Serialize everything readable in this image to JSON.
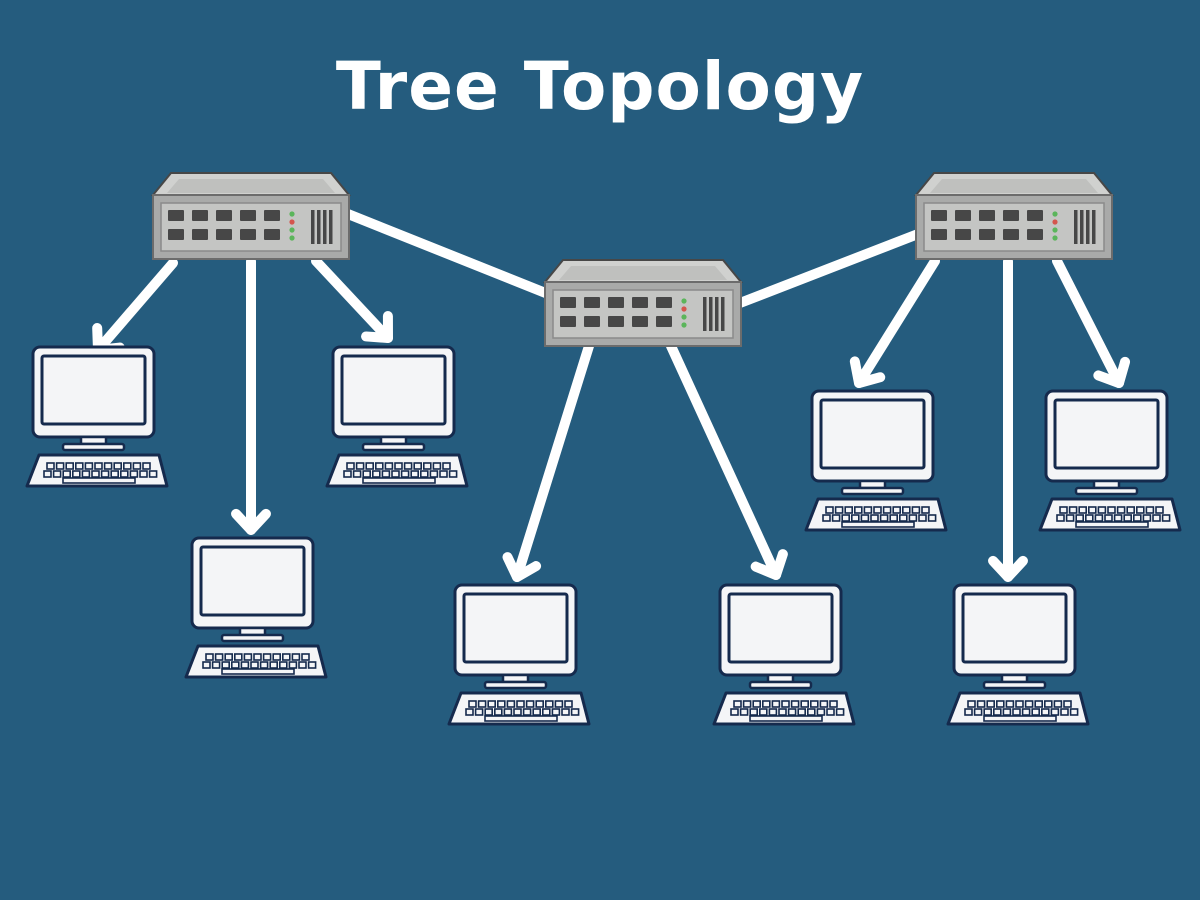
{
  "title": "Tree Topology",
  "colors": {
    "background": "#255c7e",
    "title": "#ffffff",
    "link": "#ffffff",
    "switch_body": "#a9aaa9",
    "switch_top": "#d0d1cf",
    "switch_port": "#474747",
    "computer_outline": "#152a4d",
    "computer_fill": "#f4f5f7",
    "led_green": "#5bb55b",
    "led_red": "#d4554d"
  },
  "nodes": {
    "switches": [
      {
        "id": "switch-left",
        "icon": "network-switch-icon"
      },
      {
        "id": "switch-center",
        "icon": "network-switch-icon"
      },
      {
        "id": "switch-right",
        "icon": "network-switch-icon"
      }
    ],
    "computers": [
      {
        "id": "pc-1",
        "icon": "desktop-computer-icon",
        "parent": "switch-left"
      },
      {
        "id": "pc-2",
        "icon": "desktop-computer-icon",
        "parent": "switch-left"
      },
      {
        "id": "pc-3",
        "icon": "desktop-computer-icon",
        "parent": "switch-left"
      },
      {
        "id": "pc-4",
        "icon": "desktop-computer-icon",
        "parent": "switch-center"
      },
      {
        "id": "pc-5",
        "icon": "desktop-computer-icon",
        "parent": "switch-center"
      },
      {
        "id": "pc-6",
        "icon": "desktop-computer-icon",
        "parent": "switch-right"
      },
      {
        "id": "pc-7",
        "icon": "desktop-computer-icon",
        "parent": "switch-right"
      },
      {
        "id": "pc-8",
        "icon": "desktop-computer-icon",
        "parent": "switch-right"
      }
    ]
  },
  "links": [
    {
      "from": "switch-left",
      "to": "switch-center",
      "arrow": false
    },
    {
      "from": "switch-center",
      "to": "switch-right",
      "arrow": false
    },
    {
      "from": "switch-left",
      "to": "pc-1",
      "arrow": true
    },
    {
      "from": "switch-left",
      "to": "pc-2",
      "arrow": true
    },
    {
      "from": "switch-left",
      "to": "pc-3",
      "arrow": true
    },
    {
      "from": "switch-center",
      "to": "pc-4",
      "arrow": true
    },
    {
      "from": "switch-center",
      "to": "pc-5",
      "arrow": true
    },
    {
      "from": "switch-right",
      "to": "pc-6",
      "arrow": true
    },
    {
      "from": "switch-right",
      "to": "pc-7",
      "arrow": true
    },
    {
      "from": "switch-right",
      "to": "pc-8",
      "arrow": true
    }
  ]
}
